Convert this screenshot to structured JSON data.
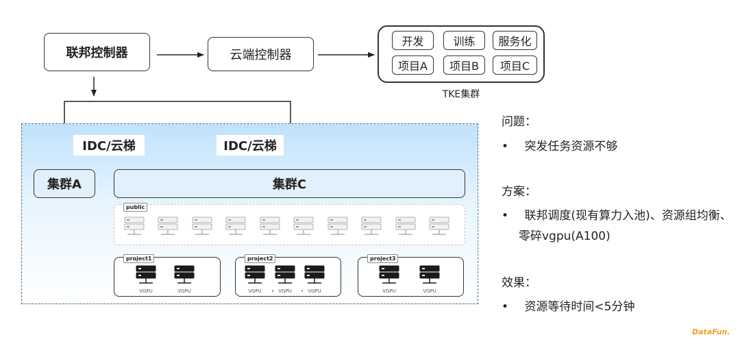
{
  "diagram": {
    "federation_controller": "联邦控制器",
    "cloud_controller": "云端控制器",
    "tke": {
      "cells": [
        "开发",
        "训练",
        "服务化",
        "项目A",
        "项目B",
        "项目C"
      ],
      "caption": "TKE集群"
    },
    "idc_labels": [
      "IDC/云梯",
      "IDC/云梯"
    ],
    "cluster_a": "集群A",
    "cluster_c": "集群C",
    "public_pool": {
      "tag": "public",
      "server_count": 10
    },
    "projects": [
      {
        "name": "project1",
        "gpus": [
          "VGPU",
          "VGPU"
        ]
      },
      {
        "name": "project2",
        "gpus": [
          "VGPU",
          "VGPU",
          "VGPU"
        ]
      },
      {
        "name": "project3",
        "gpus": [
          "VGPU",
          "VGPU"
        ]
      }
    ]
  },
  "notes": {
    "problem_title": "问题：",
    "problem_items": [
      "突发任务资源不够"
    ],
    "solution_title": "方案：",
    "solution_lines": [
      "联邦调度(现有算力入池)、资源组均衡、",
      "零碎vgpu(A100)"
    ],
    "effect_title": "效果：",
    "effect_items": [
      "资源等待时间<5分钟"
    ]
  },
  "logo": "DataFun.",
  "colors": {
    "region_top": "#bfe2fb",
    "cluster_fill": "#e2f0fb",
    "server_dark": "#1a1a1a",
    "server_light": "#cfcfcf",
    "logo": "#f0a020"
  }
}
